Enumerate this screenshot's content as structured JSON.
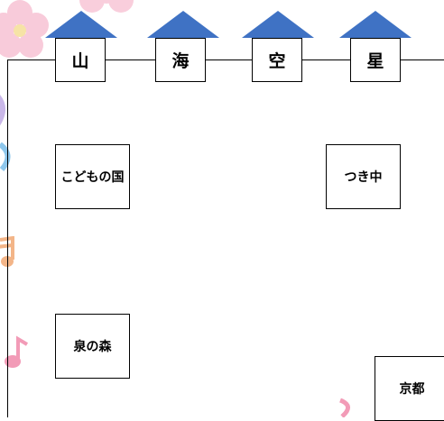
{
  "colors": {
    "roof": "#3f72c4",
    "line": "#000000",
    "background": "#ffffff"
  },
  "decorations": [
    "flower-icon",
    "music-note-icon"
  ],
  "top_rooms": [
    "山",
    "海",
    "空",
    "星"
  ],
  "rooms": {
    "kodomo": "こどもの国",
    "tsuki": "つき中",
    "izumi": "泉の森",
    "kyoto": "京都"
  }
}
